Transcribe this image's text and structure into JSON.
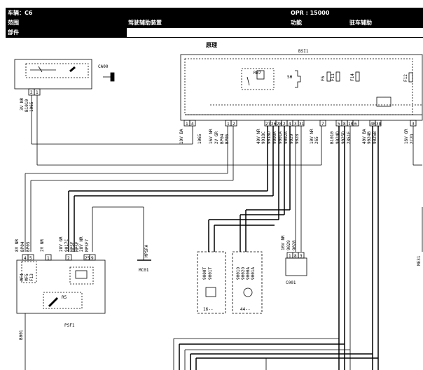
{
  "header": {
    "vehicle": "车辆：C6",
    "opr": "OPR : 15000",
    "scope_label": "范围",
    "scope_value": "驾驶辅助装置",
    "function_label": "功能",
    "function_value": "驻车辅助",
    "part_label": "部件"
  },
  "title": "原理",
  "components": {
    "bsi": "BSI1",
    "ca00": "CA00",
    "psf": "PSF1",
    "c001": "C001",
    "mc01": "MC01",
    "rb7": "RB7",
    "sh": "SH",
    "f6": "F6",
    "f11": "F11",
    "f14": "F14",
    "f12": "F12",
    "r5": "R5",
    "sw16": "16--",
    "sw44": "44--",
    "b001": "B001",
    "mpsfa": "MPSFA",
    "me31": "ME31"
  },
  "wire_labels": {
    "ca00_conn": "3V NR",
    "ca00_wires": "B1010\n1065",
    "bsi_conn1": "10V BA",
    "bsi_conn2": "16V NR",
    "bsi_conn3": "2V GR",
    "bsi_conn4": "40V NR",
    "bsi_conn5": "10V NR",
    "bsi_conn6": "40V BA",
    "bsi_conn7": "16V GR",
    "psf_conn1": "8V NR",
    "psf_conn2": "2V NR",
    "psf_conn3": "28V GR",
    "psf_conn4": "28V NR",
    "c001_conn": "16V NR"
  },
  "pins": {
    "ca00": [
      "2",
      "1"
    ],
    "bsi": [
      "1",
      "4",
      "1",
      "2",
      "27",
      "26",
      "28",
      "2",
      "4",
      "3",
      "31",
      "7",
      "5",
      "8",
      "10",
      "6",
      "40",
      "38",
      "3"
    ],
    "psf": [
      "4",
      "5",
      "1",
      "2",
      "25",
      "9"
    ],
    "c001": [
      "1",
      "8",
      "3"
    ]
  },
  "wire_codes": {
    "bsi": [
      "1065",
      "BP04",
      "BP05",
      "9018C",
      "9018D",
      "9000A",
      "9001A",
      "9002A",
      "9029",
      "9028",
      "265",
      "B1010",
      "9024D",
      "9025D",
      "2851E",
      "9024B",
      "9025B",
      "2C2D"
    ],
    "psf": [
      "BP04",
      "BP05",
      "9017C",
      "MPSF",
      "MPSF",
      "MPSF7"
    ],
    "sw16": [
      "9000T",
      "9001T"
    ],
    "sw44": [
      "9001O",
      "9002O",
      "9000A",
      "9001A"
    ],
    "c001": [
      "9029",
      "9028"
    ],
    "fuses": [
      "MF4",
      "MF5",
      "F13"
    ]
  }
}
